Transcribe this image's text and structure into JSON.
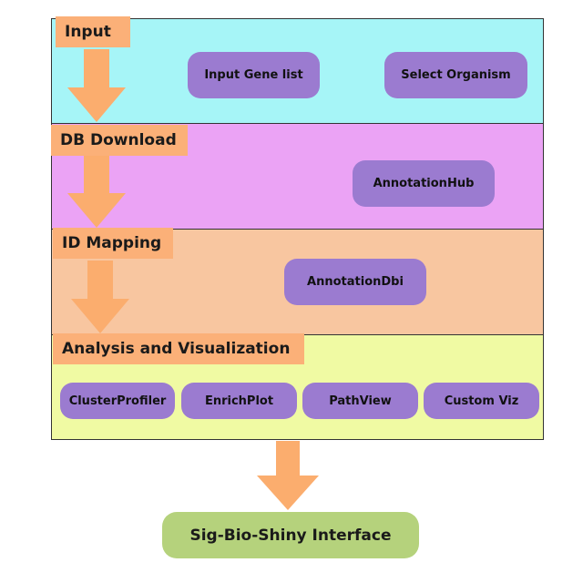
{
  "colors": {
    "input_band": "#a6f5f7",
    "db_band": "#eba3f5",
    "mapping_band": "#f8c6a0",
    "analysis_band": "#f0faa3",
    "label": "#fbb078",
    "node": "#9b7bd0",
    "arrow": "#fbad6e",
    "final": "#b5d27c"
  },
  "stages": [
    {
      "label": "Input",
      "nodes": [
        "Input Gene list",
        "Select Organism"
      ]
    },
    {
      "label": "DB Download",
      "nodes": [
        "AnnotationHub"
      ]
    },
    {
      "label": "ID Mapping",
      "nodes": [
        "AnnotationDbi"
      ]
    },
    {
      "label": "Analysis and Visualization",
      "nodes": [
        "ClusterProfiler",
        "EnrichPlot",
        "PathView",
        "Custom Viz"
      ]
    }
  ],
  "final": {
    "label": "Sig-Bio-Shiny Interface"
  }
}
